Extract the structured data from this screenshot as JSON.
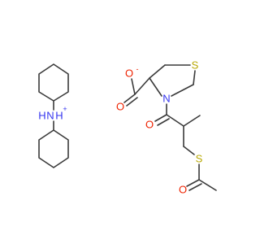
{
  "molecule": {
    "cation": {
      "nitrogen_label": "N",
      "hydrogen_label": "H",
      "charge": "+",
      "h_prefix_label": "H"
    },
    "anion": {
      "carboxylate_oxygen_label": "O",
      "carboxylate_charge": "-",
      "carbonyl_oxygen_label": "O",
      "ring_nitrogen_label": "N",
      "ring_sulfur_label": "S",
      "amide_oxygen_label": "O",
      "thioester_sulfur_label": "S",
      "acetyl_oxygen_label": "O"
    }
  },
  "colors": {
    "bond": "#3a3a3a",
    "nitrogen": "#3333ee",
    "oxygen": "#ee2200",
    "sulfur": "#b8a800",
    "carbon": "#3a3a3a"
  }
}
